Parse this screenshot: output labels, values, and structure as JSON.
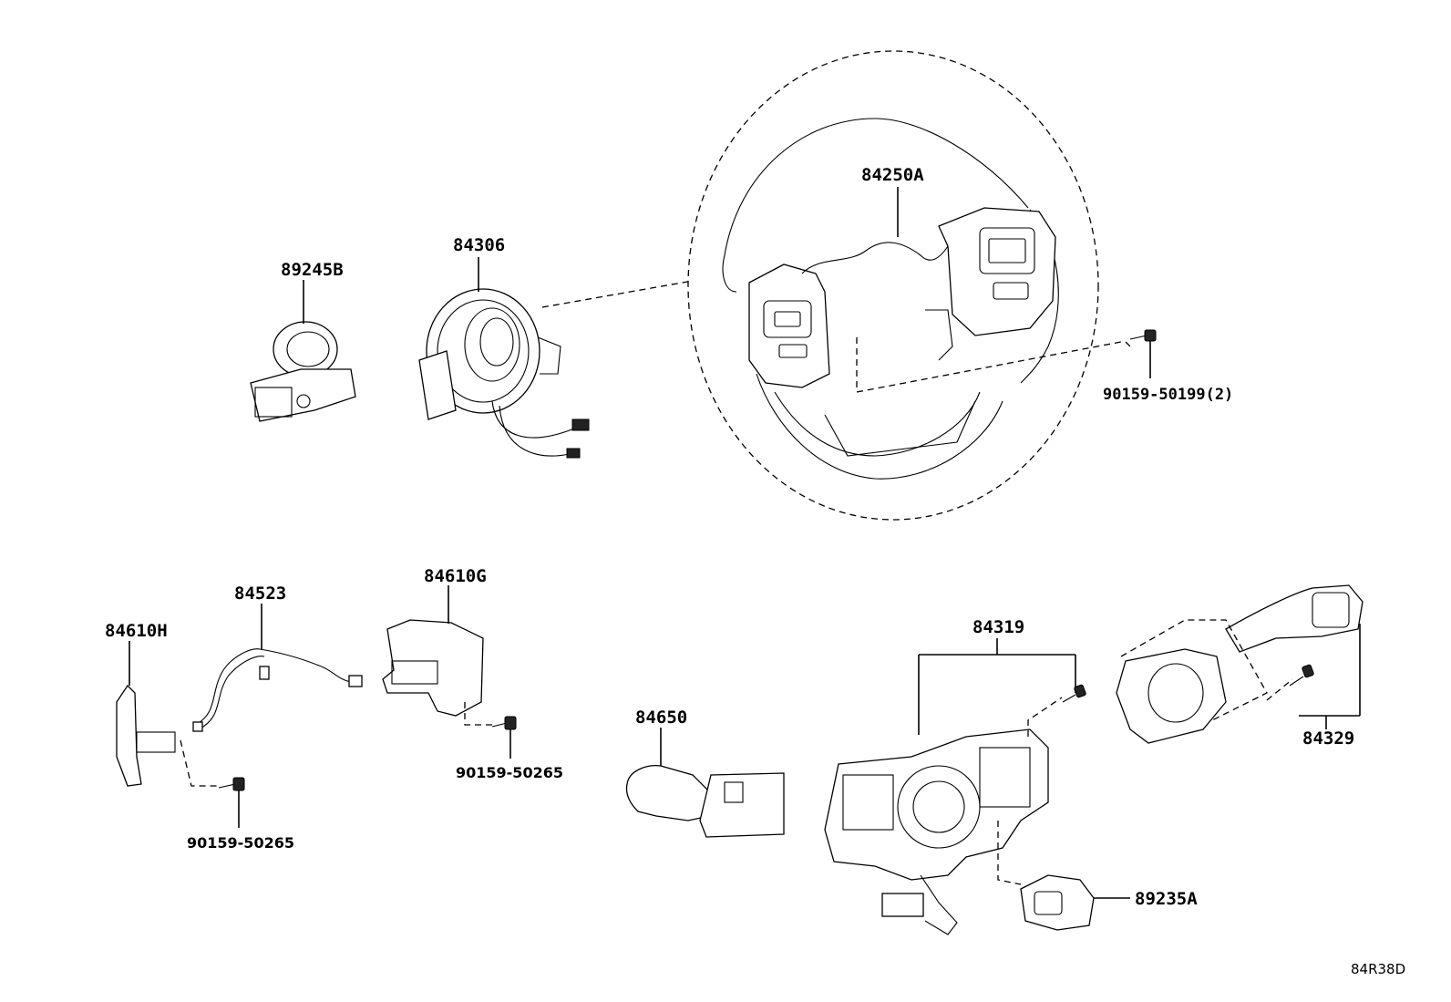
{
  "parts": {
    "p84250a": "84250A",
    "p84306": "84306",
    "p89245b": "89245B",
    "p90159_50199": "90159-50199(2)",
    "p84523": "84523",
    "p84610g": "84610G",
    "p84610h": "84610H",
    "p90159_50265_a": "90159-50265",
    "p90159_50265_b": "90159-50265",
    "p84650": "84650",
    "p84319": "84319",
    "p84329": "84329",
    "p89235a": "89235A"
  },
  "diagram_ref": "84R38D"
}
